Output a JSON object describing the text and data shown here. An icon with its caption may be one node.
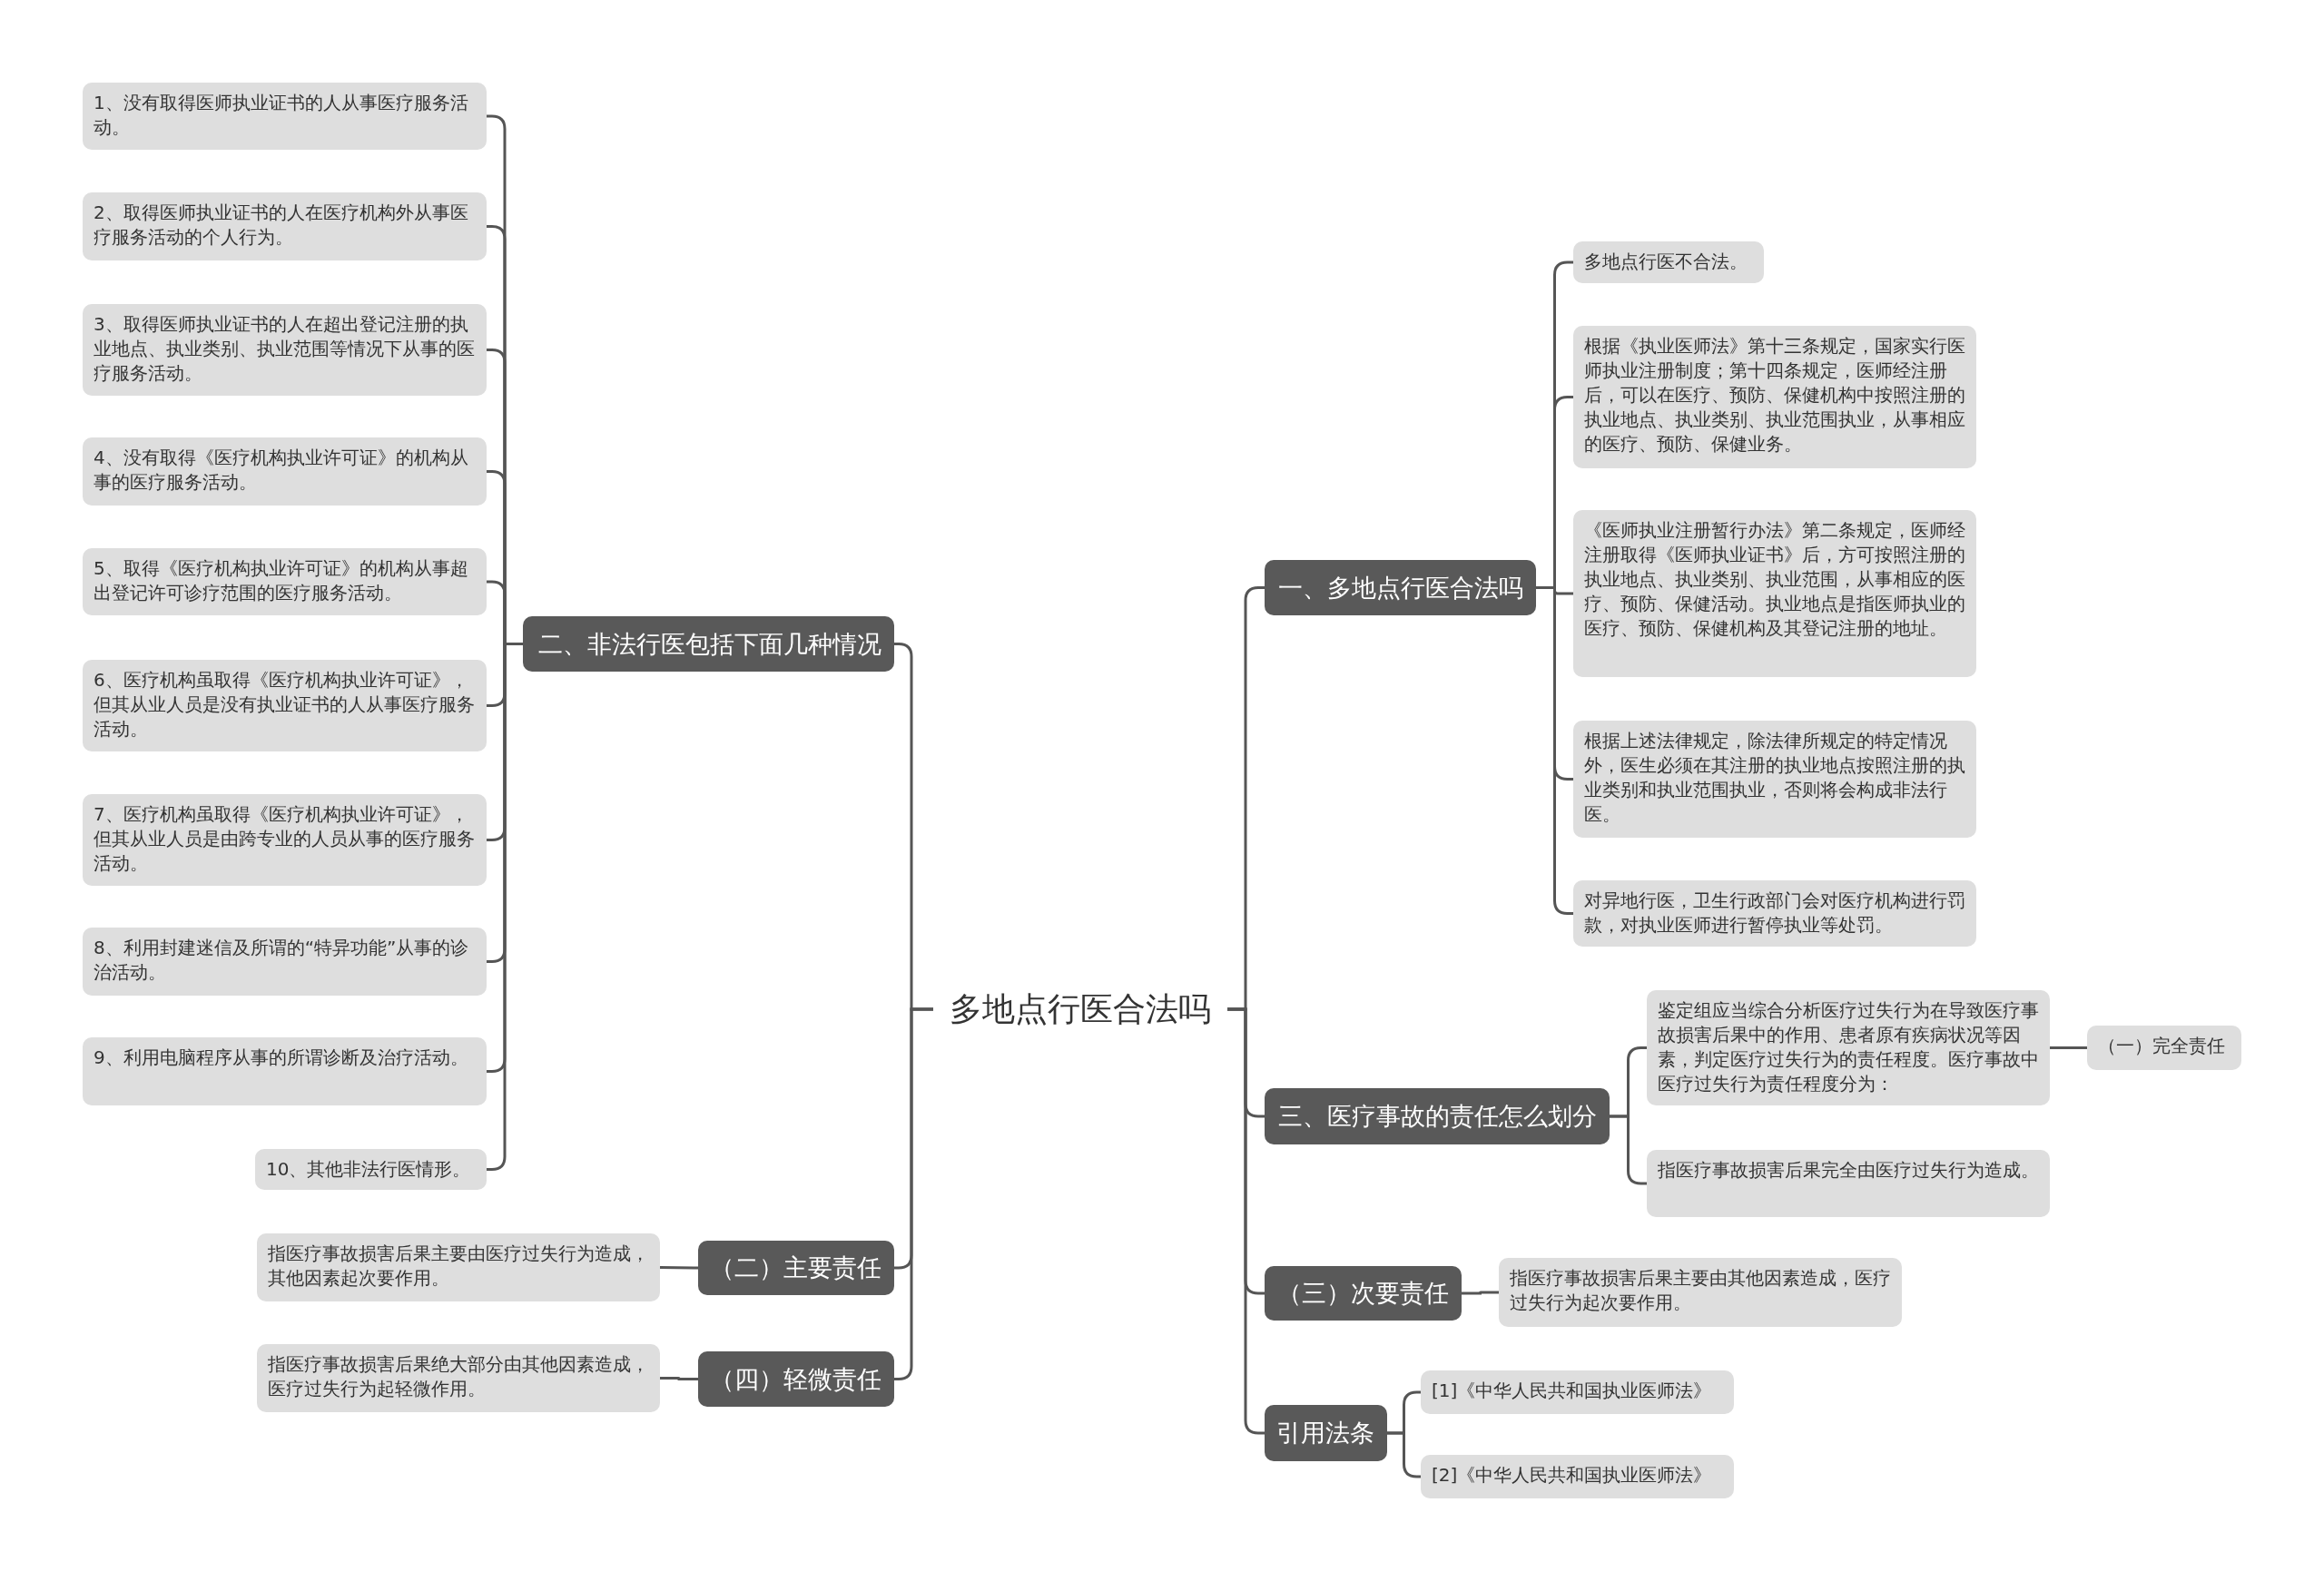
{
  "diagram": {
    "nodes": [
      {
        "text": [
          "多地点行医合法吗"
        ]
      },
      {
        "text": [
          "二、非法行医包括下面几种情况"
        ]
      },
      {
        "text": [
          "1、没有取得医师执业证书的人从事医疗服务活动。"
        ]
      },
      {
        "text": [
          "2、取得医师执业证书的人在医疗机构外从事医疗服务活动的个人行为。"
        ]
      },
      {
        "text": [
          "3、取得医师执业证书的人在超出登记注册的执业地点、执业类别、执业范围等情况下从事的医疗服务活动。"
        ]
      },
      {
        "text": [
          "4、没有取得《医疗机构执业许可证》的机构从事的医疗服务活动。"
        ]
      },
      {
        "text": [
          "5、取得《医疗机构执业许可证》的机构从事超出登记许可诊疗范围的医疗服务活动。"
        ]
      },
      {
        "text": [
          "6、医疗机构虽取得《医疗机构执业许可证》，但其从业人员是没有执业证书的人从事医疗服务活动。"
        ]
      },
      {
        "text": [
          "7、医疗机构虽取得《医疗机构执业许可证》，但其从业人员是由跨专业的人员从事的医疗服务活动。"
        ]
      },
      {
        "text": [
          "8、利用封建迷信及所谓的“特异功能”从事的诊治活动。"
        ]
      },
      {
        "text": [
          "9、利用电脑程序从事的所谓诊断及治疗活动。"
        ]
      },
      {
        "text": [
          "10、其他非法行医情形。"
        ]
      },
      {
        "text": [
          "（二）主要责任"
        ]
      },
      {
        "text": [
          "指医疗事故损害后果主要由医疗过失行为造成，其他因素起次要作用。"
        ]
      },
      {
        "text": [
          "（四）轻微责任"
        ]
      },
      {
        "text": [
          "指医疗事故损害后果绝大部分由其他因素造成，医疗过失行为起轻微作用。"
        ]
      },
      {
        "text": [
          "一、多地点行医合法吗"
        ]
      },
      {
        "text": [
          "多地点行医不合法。"
        ]
      },
      {
        "text": [
          "根据《执业医师法》第十三条规定，国家实行医师执业注册制度；第十四条规定，医师经注册后，可以在医疗、预防、保健机构中按照注册的执业地点、执业类别、执业范围执业，从事相应的医疗、预防、保健业务。"
        ]
      },
      {
        "text": [
          "《医师执业注册暂行办法》第二条规定，医师经注册取得《医师执业证书》后，方可按照注册的执业地点、执业类别、执业范围，从事相应的医疗、预防、保健活动。执业地点是指医师执业的医疗、预防、保健机构及其登记注册的地址。"
        ]
      },
      {
        "text": [
          "根据上述法律规定，除法律所规定的特定情况外，医生必须在其注册的执业地点按照注册的执业类别和执业范围执业，否则将会构成非法行医。"
        ]
      },
      {
        "text": [
          "对异地行医，卫生行政部门会对医疗机构进行罚款，对执业医师进行暂停执业等处罚。"
        ]
      },
      {
        "text": [
          "三、医疗事故的责任怎么划分"
        ]
      },
      {
        "text": [
          "鉴定组应当综合分析医疗过失行为在导致医疗事故损害后果中的作用、患者原有疾病状况等因素，判定医疗过失行为的责任程度。医疗事故中医疗过失行为责任程度分为："
        ]
      },
      {
        "text": [
          "（一）完全责任"
        ]
      },
      {
        "text": [
          "指医疗事故损害后果完全由医疗过失行为造成。"
        ]
      },
      {
        "text": [
          "（三）次要责任"
        ]
      },
      {
        "text": [
          "指医疗事故损害后果主要由其他因素造成，医疗过失行为起次要作用。"
        ]
      },
      {
        "text": [
          "引用法条"
        ]
      },
      {
        "text": [
          "[1]《中华人民共和国执业医师法》"
        ]
      },
      {
        "text": [
          "[2]《中华人民共和国执业医师法》"
        ]
      }
    ],
    "edges": [
      {
        "from": 0,
        "to": 1,
        "arrow": "none"
      },
      {
        "from": 1,
        "to": 2,
        "arrow": "none"
      },
      {
        "from": 1,
        "to": 3,
        "arrow": "none"
      },
      {
        "from": 1,
        "to": 4,
        "arrow": "none"
      },
      {
        "from": 1,
        "to": 5,
        "arrow": "none"
      },
      {
        "from": 1,
        "to": 6,
        "arrow": "none"
      },
      {
        "from": 1,
        "to": 7,
        "arrow": "none"
      },
      {
        "from": 1,
        "to": 8,
        "arrow": "none"
      },
      {
        "from": 1,
        "to": 9,
        "arrow": "none"
      },
      {
        "from": 1,
        "to": 10,
        "arrow": "none"
      },
      {
        "from": 1,
        "to": 11,
        "arrow": "none"
      },
      {
        "from": 0,
        "to": 12,
        "arrow": "none"
      },
      {
        "from": 12,
        "to": 13,
        "arrow": "none"
      },
      {
        "from": 0,
        "to": 14,
        "arrow": "none"
      },
      {
        "from": 14,
        "to": 15,
        "arrow": "none"
      },
      {
        "from": 0,
        "to": 16,
        "arrow": "none"
      },
      {
        "from": 16,
        "to": 17,
        "arrow": "none"
      },
      {
        "from": 16,
        "to": 18,
        "arrow": "none"
      },
      {
        "from": 16,
        "to": 19,
        "arrow": "none"
      },
      {
        "from": 16,
        "to": 20,
        "arrow": "none"
      },
      {
        "from": 16,
        "to": 21,
        "arrow": "none"
      },
      {
        "from": 0,
        "to": 22,
        "arrow": "none"
      },
      {
        "from": 22,
        "to": 23,
        "arrow": "none"
      },
      {
        "from": 23,
        "to": 24,
        "arrow": "none"
      },
      {
        "from": 22,
        "to": 25,
        "arrow": "none"
      },
      {
        "from": 0,
        "to": 26,
        "arrow": "none"
      },
      {
        "from": 26,
        "to": 27,
        "arrow": "none"
      },
      {
        "from": 0,
        "to": 28,
        "arrow": "none"
      },
      {
        "from": 28,
        "to": 29,
        "arrow": "none"
      },
      {
        "from": 28,
        "to": 30,
        "arrow": "none"
      }
    ]
  }
}
